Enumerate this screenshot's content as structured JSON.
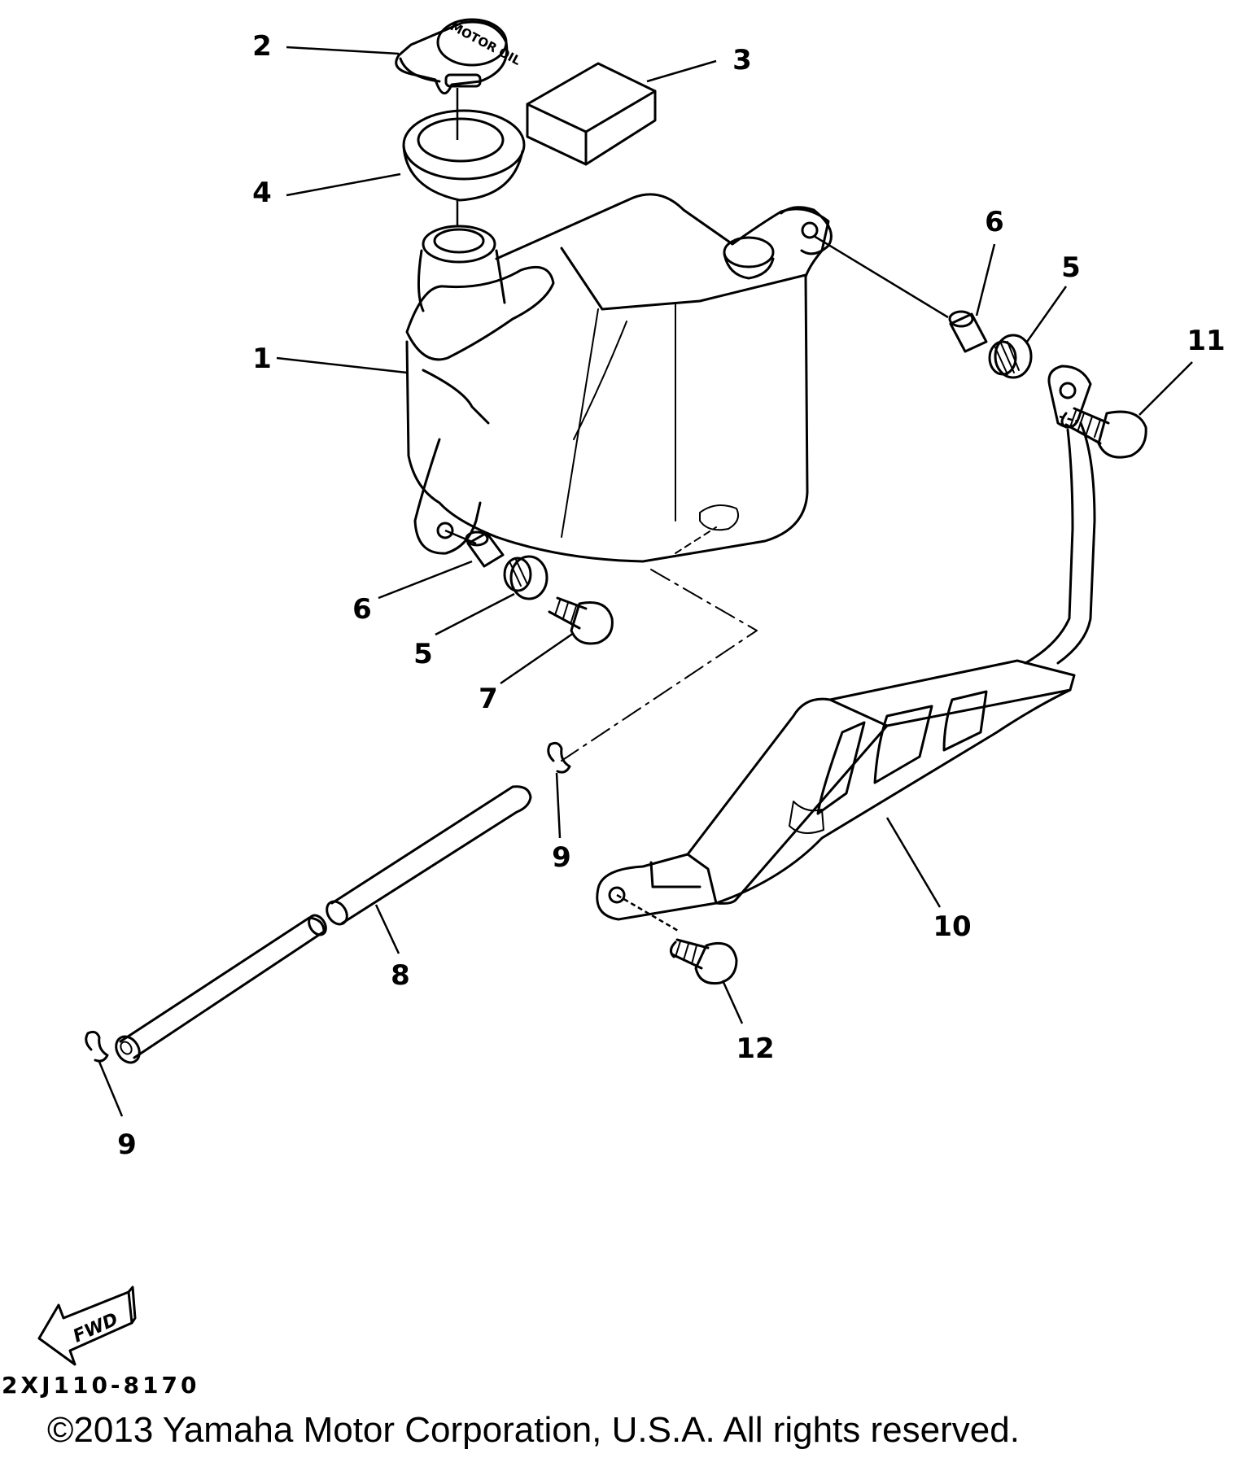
{
  "diagram": {
    "cap_text": "MOTOR OIL",
    "fwd_label": "FWD",
    "diagram_code": "2XJ110-8170",
    "copyright": "©2013 Yamaha Motor Corporation, U.S.A. All rights reserved.",
    "callouts": [
      "2",
      "3",
      "4",
      "1",
      "6",
      "5",
      "11",
      "6",
      "5",
      "7",
      "9",
      "9",
      "8",
      "10",
      "12"
    ]
  }
}
